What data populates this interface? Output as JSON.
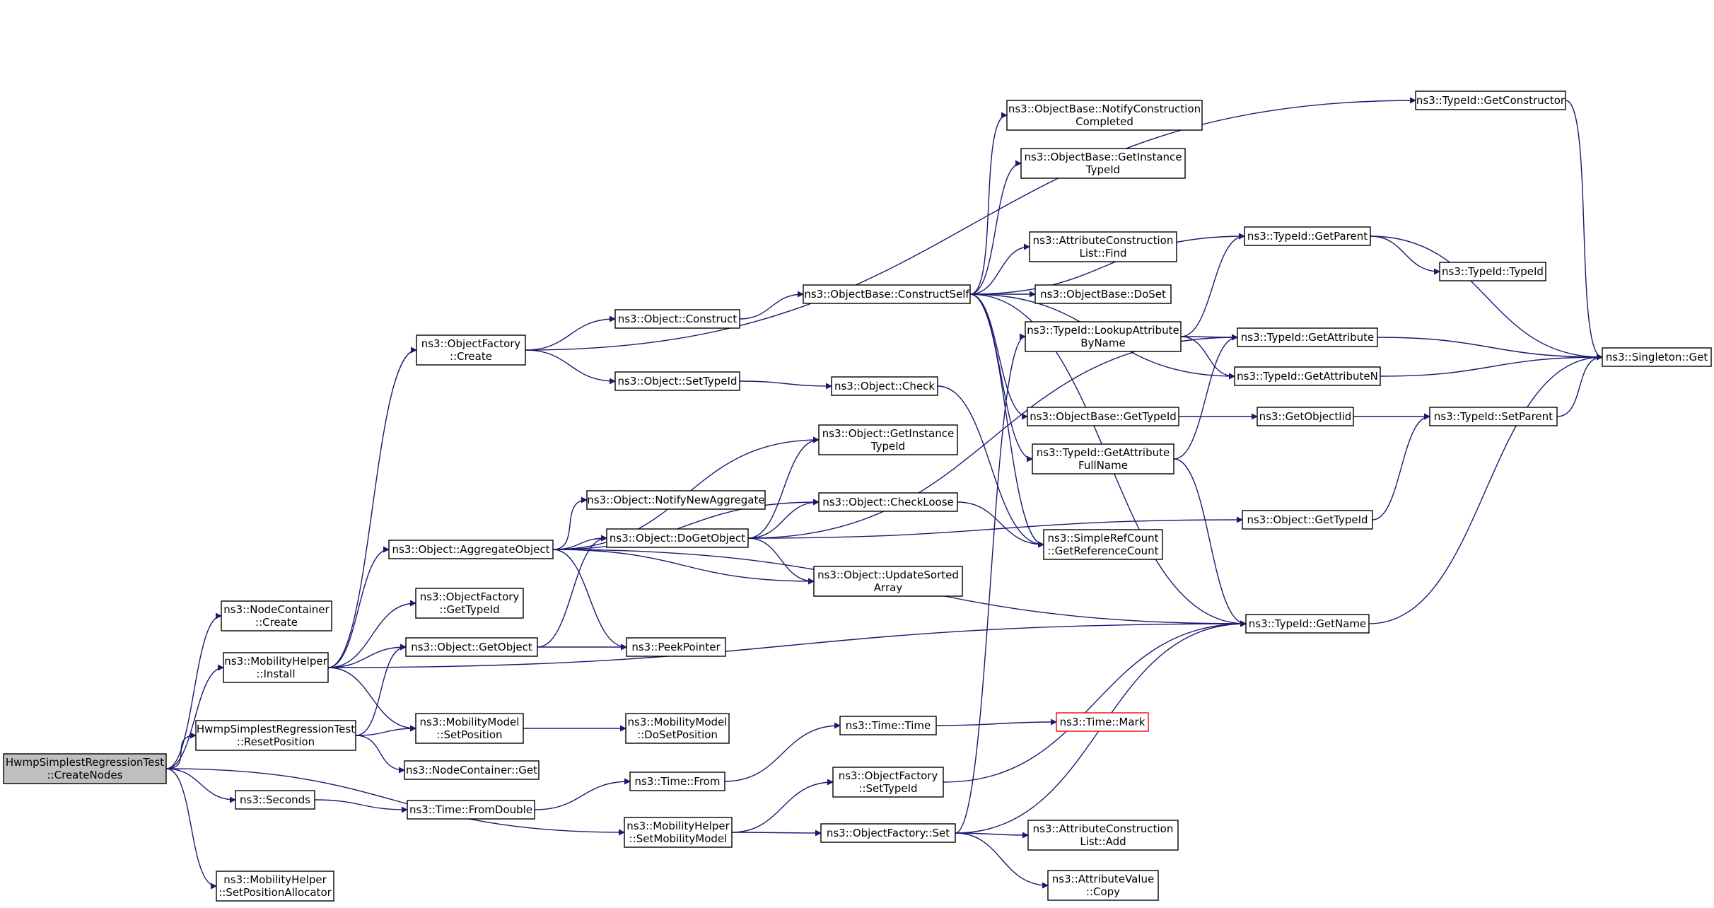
{
  "diagram": {
    "title": "",
    "colors": {
      "edge": "#191970",
      "node_border": "#000000",
      "root_fill": "#bfbfbf",
      "missing_border": "#ff0000",
      "background": "#ffffff"
    },
    "nodes": [
      {
        "id": "root",
        "lines": [
          "HwmpSimplestRegressionTest",
          "::CreateNodes"
        ],
        "style": "root"
      },
      {
        "id": "ncCreate",
        "lines": [
          "ns3::NodeContainer",
          "::Create"
        ]
      },
      {
        "id": "mhInstall",
        "lines": [
          "ns3::MobilityHelper",
          "::Install"
        ]
      },
      {
        "id": "resetPos",
        "lines": [
          "HwmpSimplestRegressionTest",
          "::ResetPosition"
        ]
      },
      {
        "id": "seconds",
        "lines": [
          "ns3::Seconds"
        ]
      },
      {
        "id": "setMobModel",
        "lines": [
          "ns3::MobilityHelper",
          "::SetMobilityModel"
        ]
      },
      {
        "id": "setPosAlloc",
        "lines": [
          "ns3::MobilityHelper",
          "::SetPositionAllocator"
        ]
      },
      {
        "id": "ofCreate",
        "lines": [
          "ns3::ObjectFactory",
          "::Create"
        ]
      },
      {
        "id": "aggObj",
        "lines": [
          "ns3::Object::AggregateObject"
        ]
      },
      {
        "id": "ofGetTypeId",
        "lines": [
          "ns3::ObjectFactory",
          "::GetTypeId"
        ]
      },
      {
        "id": "objGetObject",
        "lines": [
          "ns3::Object::GetObject"
        ]
      },
      {
        "id": "mmSetPos",
        "lines": [
          "ns3::MobilityModel",
          "::SetPosition"
        ]
      },
      {
        "id": "ncGet",
        "lines": [
          "ns3::NodeContainer::Get"
        ]
      },
      {
        "id": "timeFromDouble",
        "lines": [
          "ns3::Time::FromDouble"
        ]
      },
      {
        "id": "objConstruct",
        "lines": [
          "ns3::Object::Construct"
        ]
      },
      {
        "id": "objSetTypeId",
        "lines": [
          "ns3::Object::SetTypeId"
        ]
      },
      {
        "id": "notifyNewAgg",
        "lines": [
          "ns3::Object::NotifyNewAggregate"
        ]
      },
      {
        "id": "doGetObject",
        "lines": [
          "ns3::Object::DoGetObject"
        ]
      },
      {
        "id": "peekPointer",
        "lines": [
          "ns3::PeekPointer"
        ]
      },
      {
        "id": "mmDoSetPos",
        "lines": [
          "ns3::MobilityModel",
          "::DoSetPosition"
        ]
      },
      {
        "id": "timeFrom",
        "lines": [
          "ns3::Time::From"
        ]
      },
      {
        "id": "constructSelf",
        "lines": [
          "ns3::ObjectBase::ConstructSelf"
        ]
      },
      {
        "id": "objCheck",
        "lines": [
          "ns3::Object::Check"
        ]
      },
      {
        "id": "objGetInstTid",
        "lines": [
          "ns3::Object::GetInstance",
          "TypeId"
        ]
      },
      {
        "id": "checkLoose",
        "lines": [
          "ns3::Object::CheckLoose"
        ]
      },
      {
        "id": "updateSorted",
        "lines": [
          "ns3::Object::UpdateSorted",
          "Array"
        ]
      },
      {
        "id": "timeTime",
        "lines": [
          "ns3::Time::Time"
        ]
      },
      {
        "id": "ofSetTypeId",
        "lines": [
          "ns3::ObjectFactory",
          "::SetTypeId"
        ]
      },
      {
        "id": "ofSet",
        "lines": [
          "ns3::ObjectFactory::Set"
        ]
      },
      {
        "id": "obNotify",
        "lines": [
          "ns3::ObjectBase::NotifyConstruction",
          "Completed"
        ]
      },
      {
        "id": "obGetInst",
        "lines": [
          "ns3::ObjectBase::GetInstance",
          "TypeId"
        ]
      },
      {
        "id": "aclFind",
        "lines": [
          "ns3::AttributeConstruction",
          "List::Find"
        ]
      },
      {
        "id": "obDoSet",
        "lines": [
          "ns3::ObjectBase::DoSet"
        ]
      },
      {
        "id": "lookupAttr",
        "lines": [
          "ns3::TypeId::LookupAttribute",
          "ByName"
        ]
      },
      {
        "id": "obGetTypeId",
        "lines": [
          "ns3::ObjectBase::GetTypeId"
        ]
      },
      {
        "id": "getAttrFull",
        "lines": [
          "ns3::TypeId::GetAttribute",
          "FullName"
        ]
      },
      {
        "id": "refCount",
        "lines": [
          "ns3::SimpleRefCount",
          "::GetReferenceCount"
        ]
      },
      {
        "id": "timeMark",
        "lines": [
          "ns3::Time::Mark"
        ],
        "style": "red"
      },
      {
        "id": "aclAdd",
        "lines": [
          "ns3::AttributeConstruction",
          "List::Add"
        ]
      },
      {
        "id": "avCopy",
        "lines": [
          "ns3::AttributeValue",
          "::Copy"
        ]
      },
      {
        "id": "getObjectIid",
        "lines": [
          "ns3::GetObjectIid"
        ]
      },
      {
        "id": "getParent",
        "lines": [
          "ns3::TypeId::GetParent"
        ]
      },
      {
        "id": "tidTypeId",
        "lines": [
          "ns3::TypeId::TypeId"
        ]
      },
      {
        "id": "getAttr",
        "lines": [
          "ns3::TypeId::GetAttribute"
        ]
      },
      {
        "id": "getAttrN",
        "lines": [
          "ns3::TypeId::GetAttributeN"
        ]
      },
      {
        "id": "objGetTypeId",
        "lines": [
          "ns3::Object::GetTypeId"
        ]
      },
      {
        "id": "getName",
        "lines": [
          "ns3::TypeId::GetName"
        ]
      },
      {
        "id": "getConstructor",
        "lines": [
          "ns3::TypeId::GetConstructor"
        ]
      },
      {
        "id": "setParent",
        "lines": [
          "ns3::TypeId::SetParent"
        ]
      },
      {
        "id": "singletonGet",
        "lines": [
          "ns3::Singleton::Get"
        ]
      }
    ],
    "edges": [
      [
        "root",
        "ncCreate"
      ],
      [
        "root",
        "mhInstall"
      ],
      [
        "root",
        "resetPos"
      ],
      [
        "root",
        "seconds"
      ],
      [
        "root",
        "setMobModel"
      ],
      [
        "root",
        "setPosAlloc"
      ],
      [
        "mhInstall",
        "ofCreate"
      ],
      [
        "mhInstall",
        "aggObj"
      ],
      [
        "mhInstall",
        "ofGetTypeId"
      ],
      [
        "mhInstall",
        "objGetObject"
      ],
      [
        "mhInstall",
        "mmSetPos"
      ],
      [
        "mhInstall",
        "getName"
      ],
      [
        "resetPos",
        "objGetObject"
      ],
      [
        "resetPos",
        "mmSetPos"
      ],
      [
        "resetPos",
        "ncGet"
      ],
      [
        "seconds",
        "timeFromDouble"
      ],
      [
        "timeFromDouble",
        "timeFrom"
      ],
      [
        "timeFrom",
        "timeTime"
      ],
      [
        "timeTime",
        "timeMark"
      ],
      [
        "setMobModel",
        "ofSetTypeId"
      ],
      [
        "setMobModel",
        "ofSet"
      ],
      [
        "ofCreate",
        "objConstruct"
      ],
      [
        "ofCreate",
        "objSetTypeId"
      ],
      [
        "ofCreate",
        "getConstructor"
      ],
      [
        "objConstruct",
        "constructSelf"
      ],
      [
        "objSetTypeId",
        "objCheck"
      ],
      [
        "aggObj",
        "notifyNewAgg"
      ],
      [
        "aggObj",
        "doGetObject"
      ],
      [
        "aggObj",
        "objGetInstTid"
      ],
      [
        "aggObj",
        "checkLoose"
      ],
      [
        "aggObj",
        "updateSorted"
      ],
      [
        "aggObj",
        "peekPointer"
      ],
      [
        "aggObj",
        "getName"
      ],
      [
        "objGetObject",
        "doGetObject"
      ],
      [
        "objGetObject",
        "peekPointer"
      ],
      [
        "doGetObject",
        "objGetInstTid"
      ],
      [
        "doGetObject",
        "checkLoose"
      ],
      [
        "doGetObject",
        "updateSorted"
      ],
      [
        "doGetObject",
        "objGetTypeId"
      ],
      [
        "doGetObject",
        "getAttr"
      ],
      [
        "mmSetPos",
        "mmDoSetPos"
      ],
      [
        "constructSelf",
        "obNotify"
      ],
      [
        "constructSelf",
        "obGetInst"
      ],
      [
        "constructSelf",
        "aclFind"
      ],
      [
        "constructSelf",
        "obDoSet"
      ],
      [
        "constructSelf",
        "getParent"
      ],
      [
        "constructSelf",
        "getAttrN"
      ],
      [
        "constructSelf",
        "obGetTypeId"
      ],
      [
        "constructSelf",
        "getAttrFull"
      ],
      [
        "constructSelf",
        "refCount"
      ],
      [
        "constructSelf",
        "getName"
      ],
      [
        "objCheck",
        "refCount"
      ],
      [
        "checkLoose",
        "refCount"
      ],
      [
        "ofSetTypeId",
        "getName"
      ],
      [
        "ofSet",
        "lookupAttr"
      ],
      [
        "ofSet",
        "aclAdd"
      ],
      [
        "ofSet",
        "avCopy"
      ],
      [
        "ofSet",
        "getName"
      ],
      [
        "lookupAttr",
        "getParent"
      ],
      [
        "lookupAttr",
        "getAttr"
      ],
      [
        "lookupAttr",
        "getAttrN"
      ],
      [
        "obGetTypeId",
        "getObjectIid"
      ],
      [
        "getObjectIid",
        "setParent"
      ],
      [
        "getAttrFull",
        "getAttr"
      ],
      [
        "getAttrFull",
        "getName"
      ],
      [
        "getParent",
        "tidTypeId"
      ],
      [
        "getParent",
        "singletonGet"
      ],
      [
        "getAttr",
        "singletonGet"
      ],
      [
        "getAttrN",
        "singletonGet"
      ],
      [
        "objGetTypeId",
        "setParent"
      ],
      [
        "setParent",
        "singletonGet"
      ],
      [
        "getName",
        "singletonGet"
      ],
      [
        "getConstructor",
        "singletonGet"
      ]
    ]
  }
}
